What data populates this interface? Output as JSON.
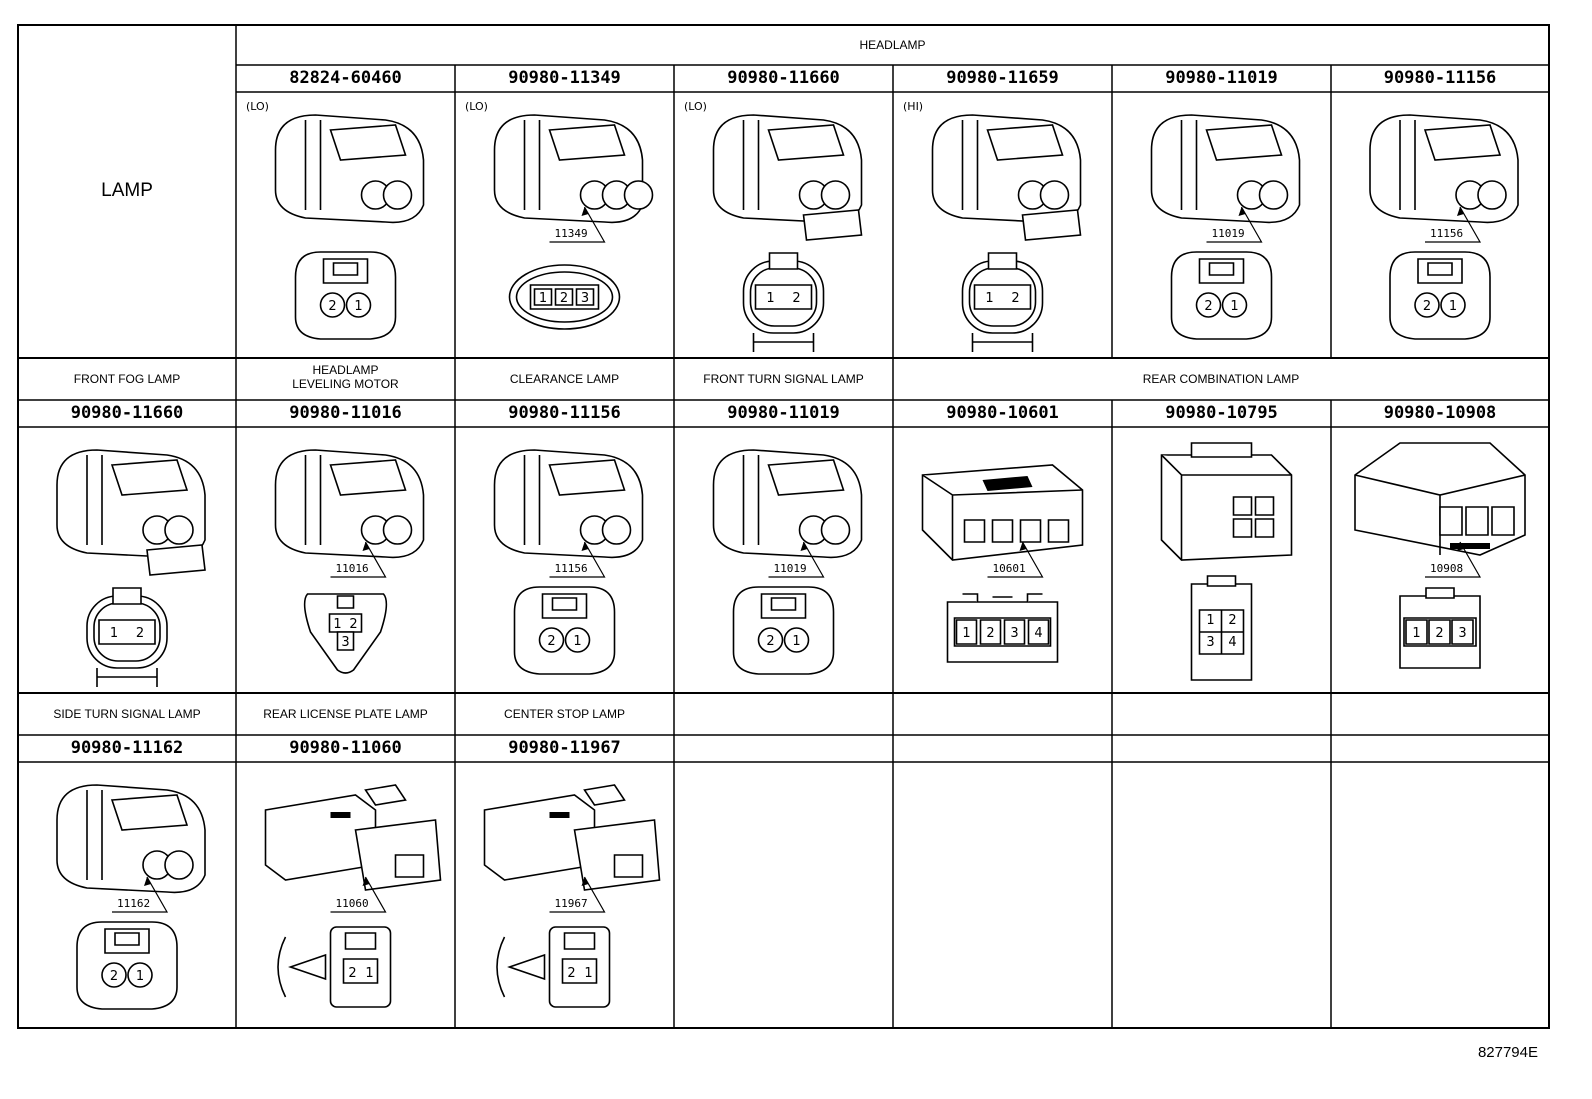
{
  "row_header": "LAMP",
  "figure_id": "827794E",
  "headlamp_group": "HEADLAMP",
  "rear_combination_group": "REAR COMBINATION LAMP",
  "rows": [
    {
      "cells": [
        {
          "part": "82824-60460",
          "sub": "(LO)",
          "pins": [
            "2",
            "1"
          ],
          "style": "round2",
          "callout": ""
        },
        {
          "part": "90980-11349",
          "sub": "(LO)",
          "pins": [
            "1",
            "2",
            "3"
          ],
          "style": "oval3",
          "callout": "11349"
        },
        {
          "part": "90980-11660",
          "sub": "(LO)",
          "pins": [
            "1",
            "2"
          ],
          "style": "oval2",
          "callout": ""
        },
        {
          "part": "90980-11659",
          "sub": "(HI)",
          "pins": [
            "1",
            "2"
          ],
          "style": "oval2",
          "callout": ""
        },
        {
          "part": "90980-11019",
          "sub": "",
          "pins": [
            "2",
            "1"
          ],
          "style": "small2",
          "callout": "11019"
        },
        {
          "part": "90980-11156",
          "sub": "",
          "pins": [
            "2",
            "1"
          ],
          "style": "round2",
          "callout": "11156"
        }
      ]
    },
    {
      "labels": [
        "FRONT FOG LAMP",
        "HEADLAMP",
        "CLEARANCE LAMP",
        "FRONT TURN SIGNAL LAMP"
      ],
      "label2_second_line": "LEVELING MOTOR",
      "cells": [
        {
          "part": "90980-11660",
          "pins": [
            "1",
            "2"
          ],
          "style": "oval2",
          "callout": ""
        },
        {
          "part": "90980-11016",
          "pins": [
            "1",
            "2",
            "3"
          ],
          "style": "tri3",
          "callout": "11016"
        },
        {
          "part": "90980-11156",
          "pins": [
            "2",
            "1"
          ],
          "style": "round2",
          "callout": "11156"
        },
        {
          "part": "90980-11019",
          "pins": [
            "2",
            "1"
          ],
          "style": "small2",
          "callout": "11019"
        },
        {
          "part": "90980-10601",
          "pins": [
            "1",
            "2",
            "3",
            "4"
          ],
          "style": "rect4",
          "callout": "10601"
        },
        {
          "part": "90980-10795",
          "pins": [
            "1",
            "2",
            "3",
            "4"
          ],
          "style": "quad4",
          "callout": ""
        },
        {
          "part": "90980-10908",
          "pins": [
            "1",
            "2",
            "3"
          ],
          "style": "rect3",
          "callout": "10908"
        }
      ]
    },
    {
      "labels": [
        "SIDE TURN SIGNAL LAMP",
        "REAR LICENSE PLATE LAMP",
        "CENTER STOP LAMP"
      ],
      "cells": [
        {
          "part": "90980-11162",
          "pins": [
            "2",
            "1"
          ],
          "style": "round2",
          "callout": "11162"
        },
        {
          "part": "90980-11060",
          "pins": [
            "2",
            "1"
          ],
          "style": "clip2",
          "callout": "11060"
        },
        {
          "part": "90980-11967",
          "pins": [
            "2",
            "1"
          ],
          "style": "clip2",
          "callout": "11967"
        }
      ]
    }
  ],
  "colors": {
    "line": "#000000",
    "background": "#ffffff"
  }
}
